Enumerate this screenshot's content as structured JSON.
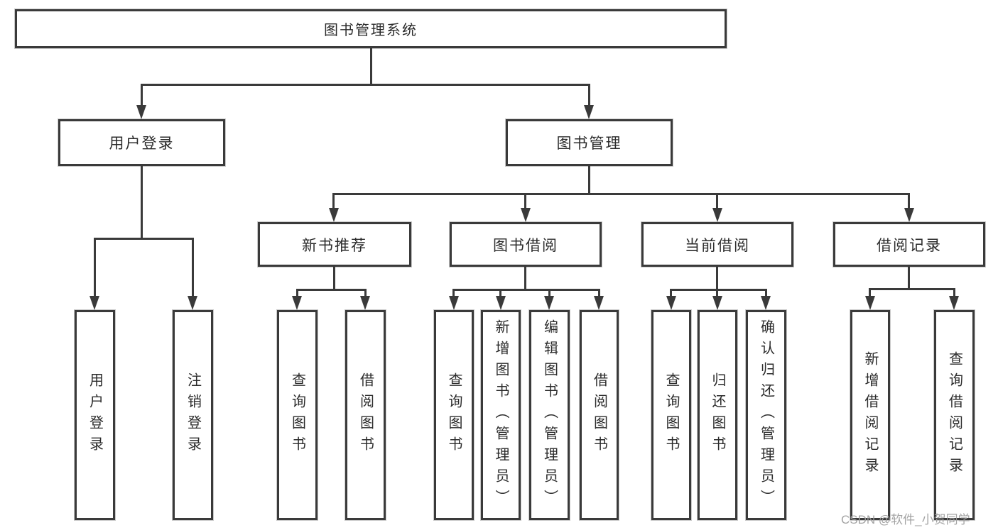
{
  "diagram": {
    "root": {
      "label": "图书管理系统"
    },
    "level2": [
      {
        "label": "用户登录"
      },
      {
        "label": "图书管理"
      }
    ],
    "level3": [
      {
        "label": "新书推荐"
      },
      {
        "label": "图书借阅"
      },
      {
        "label": "当前借阅"
      },
      {
        "label": "借阅记录"
      }
    ],
    "leaves": [
      {
        "label": "用户登录"
      },
      {
        "label": "注销登录"
      },
      {
        "label": "查询图书"
      },
      {
        "label": "借阅图书"
      },
      {
        "label": "查询图书"
      },
      {
        "label": "新增图书（管理员）"
      },
      {
        "label": "编辑图书（管理员）"
      },
      {
        "label": "借阅图书"
      },
      {
        "label": "查询图书"
      },
      {
        "label": "归还图书"
      },
      {
        "label": "确认归还（管理员）"
      },
      {
        "label": "新增借阅记录"
      },
      {
        "label": "查询借阅记录"
      }
    ]
  },
  "watermark": {
    "text": "CSDN @软件_小贺同学"
  },
  "colors": {
    "line": "#3a3a3a",
    "text": "#2b2b2b",
    "watermark": "#9e9e9e",
    "background": "#ffffff"
  }
}
